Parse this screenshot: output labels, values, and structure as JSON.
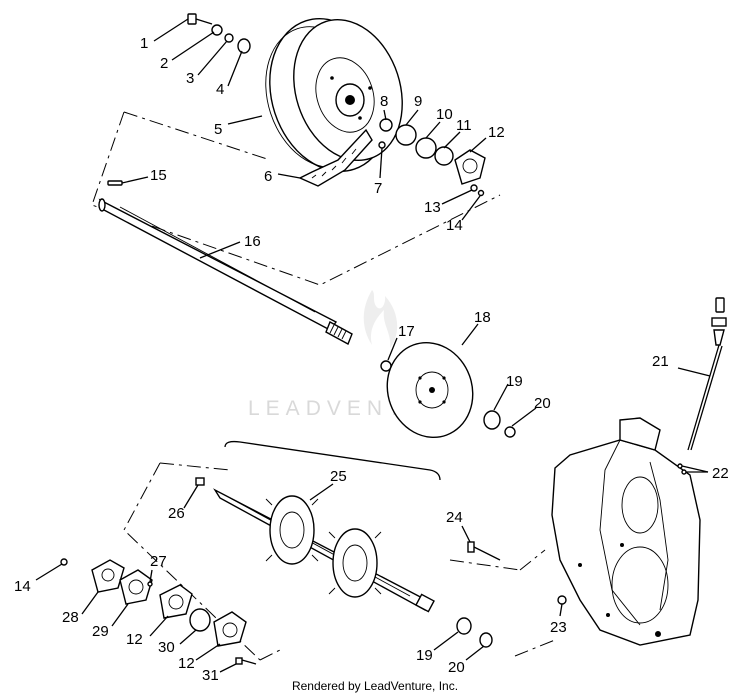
{
  "watermark": "LEADVENTURE",
  "credit": "Rendered by LeadVenture, Inc.",
  "callouts": {
    "c1": "1",
    "c2": "2",
    "c3": "3",
    "c4": "4",
    "c5": "5",
    "c6": "6",
    "c7": "7",
    "c8": "8",
    "c9": "9",
    "c10": "10",
    "c11": "11",
    "c12a": "12",
    "c13": "13",
    "c14a": "14",
    "c15": "15",
    "c16": "16",
    "c17": "17",
    "c18": "18",
    "c19a": "19",
    "c20a": "20",
    "c21": "21",
    "c22": "22",
    "c23": "23",
    "c24": "24",
    "c25": "25",
    "c26": "26",
    "c27": "27",
    "c14b": "14",
    "c28": "28",
    "c29": "29",
    "c12b": "12",
    "c30": "30",
    "c12c": "12",
    "c31": "31",
    "c19b": "19",
    "c20b": "20"
  }
}
